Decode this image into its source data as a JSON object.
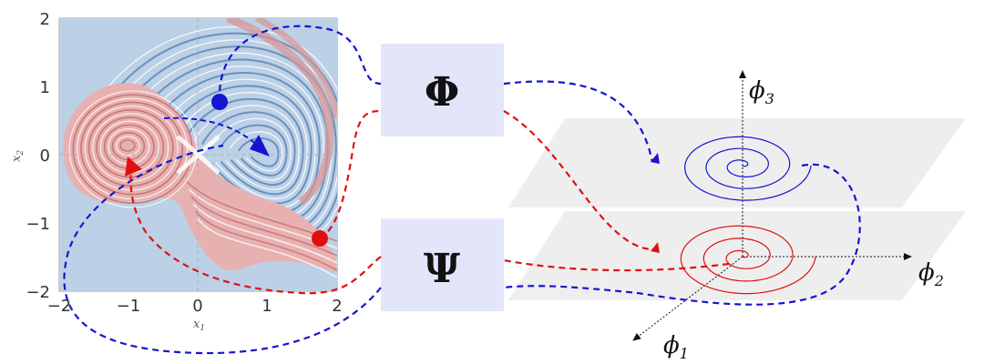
{
  "phase_plot": {
    "x_ticks": [
      "−2",
      "−1",
      "0",
      "1",
      "2"
    ],
    "y_ticks": [
      "2",
      "1",
      "0",
      "−1",
      "−2"
    ],
    "xlabel": "x",
    "xlabel_sub": "1",
    "ylabel": "x",
    "ylabel_sub": "2",
    "colors": {
      "blue": "#5b86b8",
      "red": "#c86a6a"
    }
  },
  "maps": {
    "encoder_symbol": "Φ",
    "decoder_symbol": "Ψ",
    "box_color": "#e3e6fb"
  },
  "latent_axes": {
    "phi1": "ϕ",
    "phi1_sub": "1",
    "phi2": "ϕ",
    "phi2_sub": "2",
    "phi3": "ϕ",
    "phi3_sub": "3"
  },
  "colors": {
    "blue_path": "#1515d0",
    "red_path": "#e01010"
  }
}
